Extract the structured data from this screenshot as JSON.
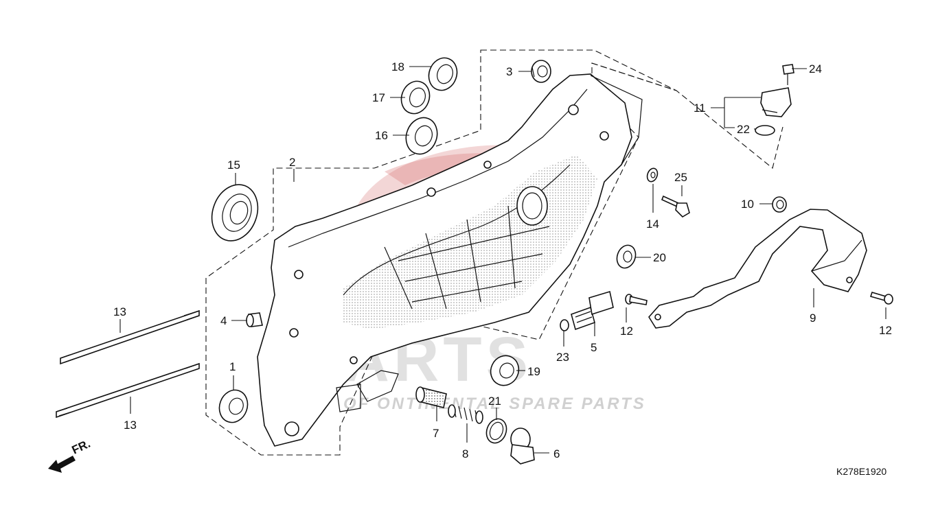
{
  "diagram_code": "K278E1920",
  "front_marker": "FR.",
  "watermark": {
    "logo_text": "PARTS",
    "tagline": "OF ONTINENTAL SPARE PARTS"
  },
  "callouts": {
    "c1": "1",
    "c2": "2",
    "c3": "3",
    "c4": "4",
    "c5": "5",
    "c6": "6",
    "c7": "7",
    "c8": "8",
    "c9": "9",
    "c10": "10",
    "c11": "11",
    "c12a": "12",
    "c12b": "12",
    "c13a": "13",
    "c13b": "13",
    "c14": "14",
    "c15": "15",
    "c16": "16",
    "c17": "17",
    "c18": "18",
    "c19": "19",
    "c20": "20",
    "c21": "21",
    "c22": "22",
    "c23": "23",
    "c24": "24",
    "c25": "25"
  },
  "colors": {
    "line": "#111111",
    "watermark_red": "#e5a4a4",
    "watermark_gray": "#c9c9c9"
  }
}
